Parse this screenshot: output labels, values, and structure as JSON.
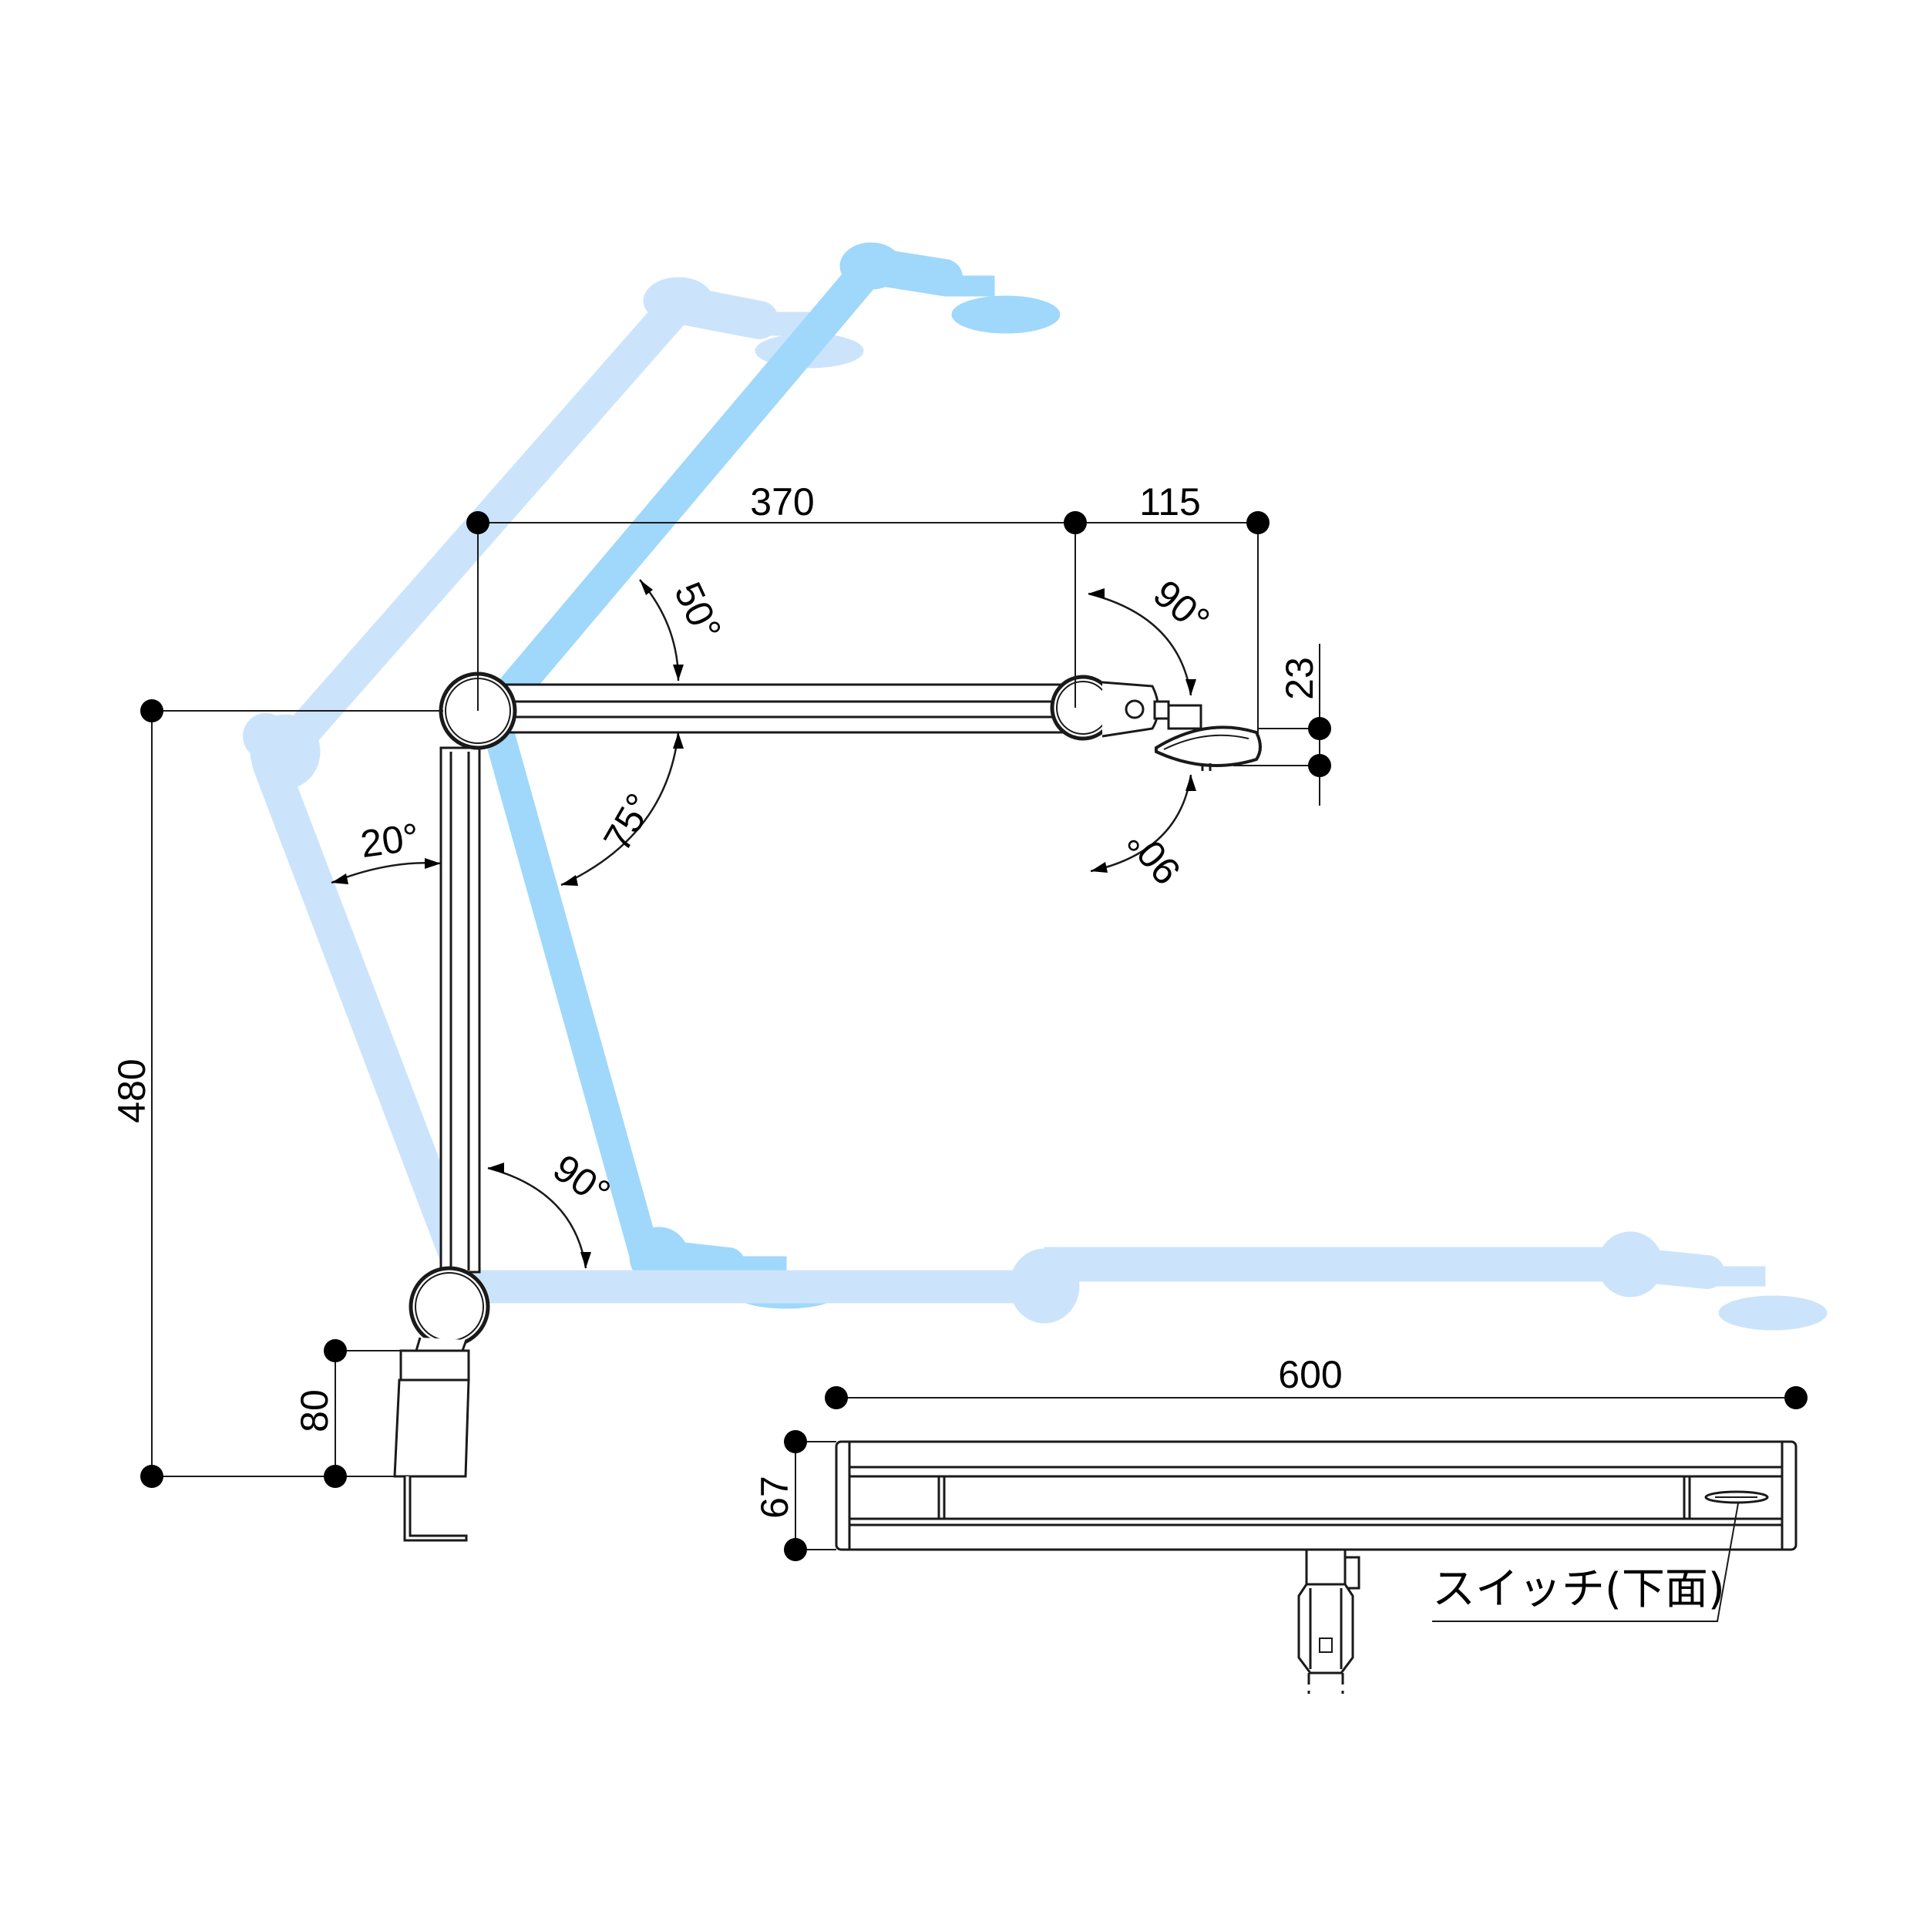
{
  "colors": {
    "ghost_light": "#cce4fb",
    "ghost_mid": "#9fd8fb",
    "line": "#1a1a1a",
    "dot": "#000000",
    "background": "#ffffff"
  },
  "dimensions": {
    "arm_length": "370",
    "head_offset": "115",
    "total_height": "480",
    "clamp_height": "80",
    "head_thickness": "23",
    "light_width": "600",
    "light_depth": "67"
  },
  "angles": {
    "upper_raise": "50°",
    "upper_lower": "75°",
    "pole_tilt": "20°",
    "base_swing": "90°",
    "head_up": "90°",
    "head_down": "90°"
  },
  "labels": {
    "switch": "スイッチ(下面)"
  },
  "icons": {
    "dimension_point": "dot-icon",
    "angle_arrow": "arrow-icon"
  }
}
